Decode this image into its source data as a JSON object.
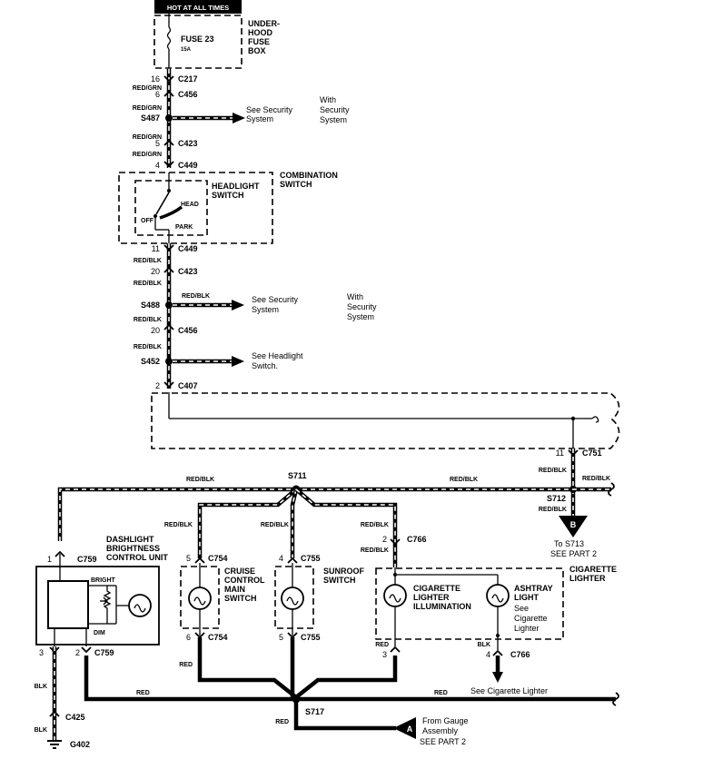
{
  "header": {
    "hot_label": "HOT AT ALL TIMES"
  },
  "fuse_box": {
    "fuse_name": "FUSE 23",
    "fuse_rating": "15A",
    "box_label_1": "UNDER-",
    "box_label_2": "HOOD",
    "box_label_3": "FUSE",
    "box_label_4": "BOX"
  },
  "upper_feed": {
    "c217_pin": "16",
    "c217": "C217",
    "wire_a": "RED/GRN",
    "c456_pin": "6",
    "c456": "C456",
    "wire_b": "RED/GRN",
    "s487": "S487",
    "see_security_1": "See Security",
    "see_security_2": "System",
    "with_1": "With",
    "with_2": "Security",
    "with_3": "System",
    "wire_c": "RED/GRN",
    "c423_pin": "5",
    "c423": "C423",
    "wire_d": "RED/GRN",
    "c449_pin": "4",
    "c449": "C449"
  },
  "combination_switch": {
    "label_1": "COMBINATION",
    "label_2": "SWITCH",
    "headlight_1": "HEADLIGHT",
    "headlight_2": "SWITCH",
    "pos_head": "HEAD",
    "pos_off": "OFF",
    "pos_park": "PARK"
  },
  "lower_feed": {
    "c449_pin": "11",
    "c449": "C449",
    "wire_a": "RED/BLK",
    "c423_pin": "20",
    "c423": "C423",
    "wire_b": "RED/BLK",
    "s488": "S488",
    "s488_wire": "RED/BLK",
    "see_security_1": "See Security",
    "see_security_2": "System",
    "with_1": "With",
    "with_2": "Security",
    "with_3": "System",
    "wire_c": "RED/BLK",
    "c456_pin": "20",
    "c456": "C456",
    "wire_d": "RED/BLK",
    "s452": "S452",
    "see_headlight_1": "See Headlight",
    "see_headlight_2": "Switch.",
    "c407_pin": "2",
    "c407": "C407"
  },
  "right_feed": {
    "c751_pin": "11",
    "c751": "C751",
    "wire_a": "RED/BLK",
    "wire_b": "RED/BLK",
    "s712": "S712",
    "wire_c": "RED/BLK",
    "connector_b": "B",
    "to_s713": "To S713",
    "see_part2": "SEE PART 2"
  },
  "bus": {
    "wire_left": "RED/BLK",
    "s711": "S711",
    "wire_right": "RED/BLK"
  },
  "dashlight": {
    "label_1": "DASHLIGHT",
    "label_2": "BRIGHTNESS",
    "label_3": "CONTROL UNIT",
    "c759_pin": "1",
    "c759": "C759",
    "bright": "BRIGHT",
    "dim": "DIM",
    "pin3": "3",
    "pin2": "2",
    "c759b": "C759",
    "wire_blk": "BLK",
    "c425": "C425",
    "wire_blk2": "BLK",
    "g402": "G402"
  },
  "cruise": {
    "wire": "RED/BLK",
    "c754_pin": "5",
    "c754": "C754",
    "label_1": "CRUISE",
    "label_2": "CONTROL",
    "label_3": "MAIN",
    "label_4": "SWITCH",
    "c754b_pin": "6",
    "c754b": "C754",
    "wire_out": "RED"
  },
  "sunroof": {
    "wire": "RED/BLK",
    "c755_pin": "4",
    "c755": "C755",
    "label_1": "SUNROOF",
    "label_2": "SWITCH",
    "c755b_pin": "5",
    "c755b": "C755"
  },
  "cigarette": {
    "wire_a": "RED/BLK",
    "c766_pin": "2",
    "c766": "C766",
    "wire_b": "RED/BLK",
    "group_1": "CIGARETTE",
    "group_2": "LIGHTER",
    "illum_1": "CIGARETTE",
    "illum_2": "LIGHTER",
    "illum_3": "ILLUMINATION",
    "ash_1": "ASHTRAY",
    "ash_2": "LIGHT",
    "see_1": "See",
    "see_2": "Cigarette",
    "see_3": "Lighter",
    "wire_red": "RED",
    "pin3": "3",
    "wire_blk": "BLK",
    "c766b_pin": "4",
    "c766b": "C766",
    "see_cig": "See Cigarette Lighter"
  },
  "ground_bus": {
    "wire_left": "RED",
    "wire_right": "RED",
    "s717": "S717",
    "wire_down": "RED",
    "connector_a": "A",
    "from_1": "From Gauge",
    "from_2": "Assembly",
    "from_3": "SEE PART 2"
  }
}
